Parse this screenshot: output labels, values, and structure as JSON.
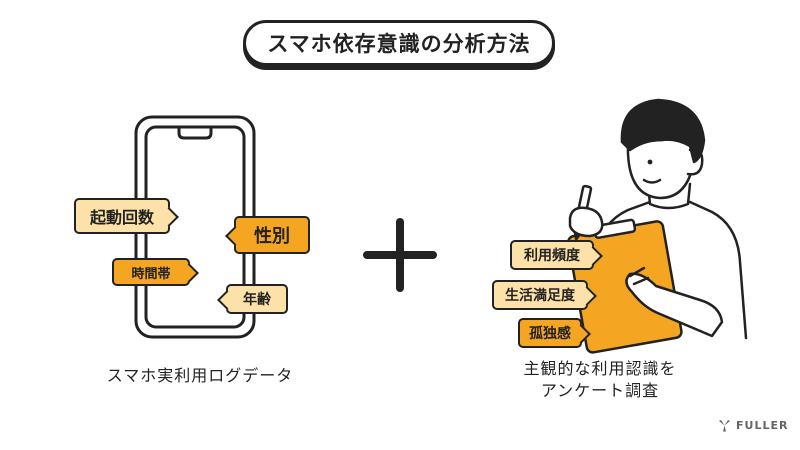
{
  "title": "スマホ依存意識の分析方法",
  "left": {
    "caption": "スマホ実利用ログデータ",
    "tags": [
      "起動回数",
      "性別",
      "時間帯",
      "年齢"
    ]
  },
  "right": {
    "caption_line1": "主観的な利用認識を",
    "caption_line2": "アンケート調査",
    "tags": [
      "利用頻度",
      "生活満足度",
      "孤独感"
    ]
  },
  "brand": "FULLER",
  "colors": {
    "cream": "#fce2a8",
    "orange": "#f4a623",
    "line": "#222222"
  }
}
